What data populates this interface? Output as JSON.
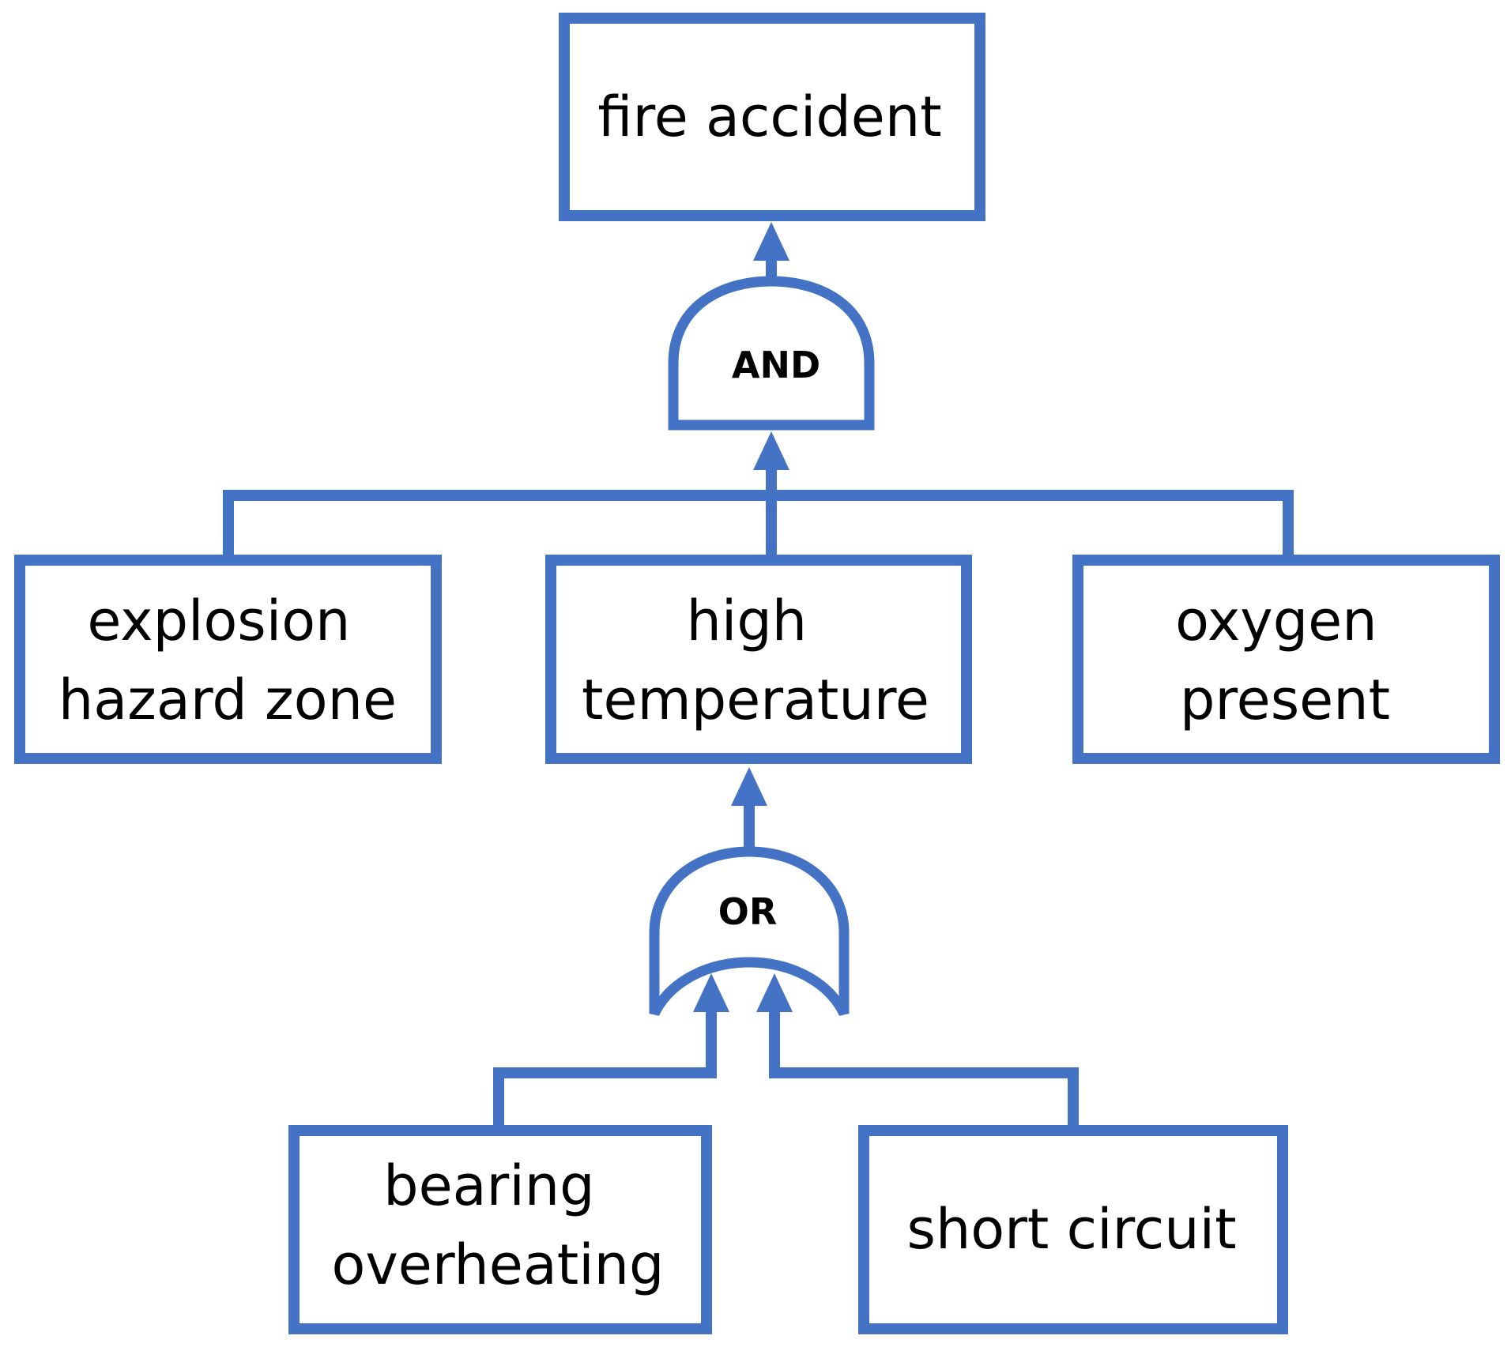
{
  "diagram": {
    "top_event": "fire accident",
    "and_gate_label": "AND",
    "or_gate_label": "OR",
    "events": {
      "explosion_hazard_zone": [
        "explosion",
        "hazard zone"
      ],
      "high_temperature": [
        "high",
        "temperature"
      ],
      "oxygen_present": [
        "oxygen",
        "present"
      ],
      "bearing_overheating": [
        "bearing",
        "overheating"
      ],
      "short_circuit": "short circuit"
    },
    "colors": {
      "stroke": "#4472C4",
      "text": "#000000",
      "background": "#FFFFFF"
    }
  }
}
